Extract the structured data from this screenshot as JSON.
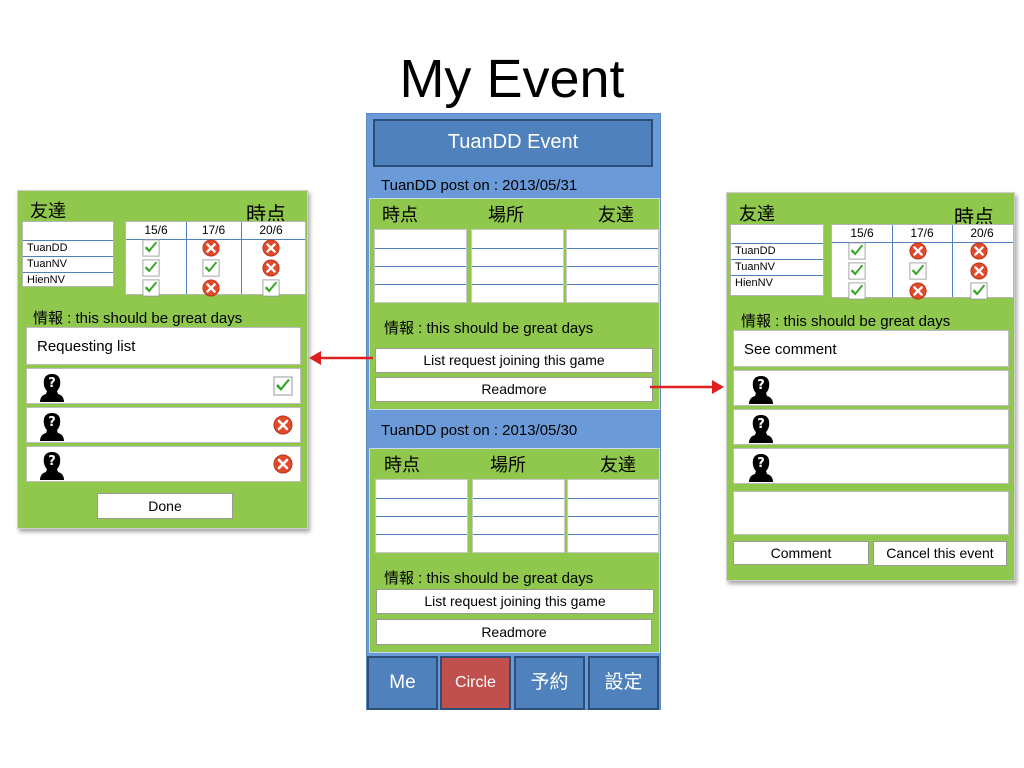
{
  "title": "My Event",
  "center": {
    "header": "TuanDD Event",
    "col_labels": {
      "time": "時点",
      "place": "場所",
      "friends": "友達"
    },
    "posts": [
      {
        "posted": "TuanDD post on : 2013/05/31",
        "info": "情報 : this should be  great days",
        "list_request": "List request joining this game",
        "readmore": "Readmore"
      },
      {
        "posted": "TuanDD post on : 2013/05/30",
        "info": "情報 : this should be  great days",
        "list_request": "List request joining this game",
        "readmore": "Readmore"
      }
    ],
    "tabs": [
      {
        "label": "Me",
        "active": false
      },
      {
        "label": "Circle",
        "active": true
      },
      {
        "label": "予約",
        "active": false
      },
      {
        "label": "設定",
        "active": false
      }
    ]
  },
  "left_panel": {
    "friends_label": "友達",
    "time_label": "時点",
    "dates": [
      "15/6",
      "17/6",
      "20/6"
    ],
    "names": [
      "TuanDD",
      "TuanNV",
      "HienNV"
    ],
    "availability": [
      [
        "ok",
        "no",
        "no"
      ],
      [
        "ok",
        "ok",
        "no"
      ],
      [
        "ok",
        "no",
        "ok"
      ]
    ],
    "info": "情報 : this should be  great days",
    "list_title": "Requesting list",
    "rows": [
      {
        "status": "ok"
      },
      {
        "status": "no"
      },
      {
        "status": "no"
      }
    ],
    "done": "Done"
  },
  "right_panel": {
    "friends_label": "友達",
    "time_label": "時点",
    "dates": [
      "15/6",
      "17/6",
      "20/6"
    ],
    "names": [
      "TuanDD",
      "TuanNV",
      "HienNV"
    ],
    "availability": [
      [
        "ok",
        "no",
        "no"
      ],
      [
        "ok",
        "ok",
        "no"
      ],
      [
        "ok",
        "no",
        "ok"
      ]
    ],
    "info": "情報 : this should be  great days",
    "list_title": "See comment",
    "comment_button": "Comment",
    "cancel_button": "Cancel this event"
  },
  "colors": {
    "panel_green": "#8fc84c",
    "phone_blue": "#6a9bd8",
    "header_blue": "#4f81bd",
    "circle_red": "#c0504d",
    "arrow_red": "#e02020",
    "check_green": "#3aa52b",
    "cross_red": "#e04a2a"
  },
  "icons": {
    "ok": "check-icon",
    "no": "cross-icon",
    "person": "unknown-person-icon",
    "arrow": "red-arrow-icon"
  }
}
